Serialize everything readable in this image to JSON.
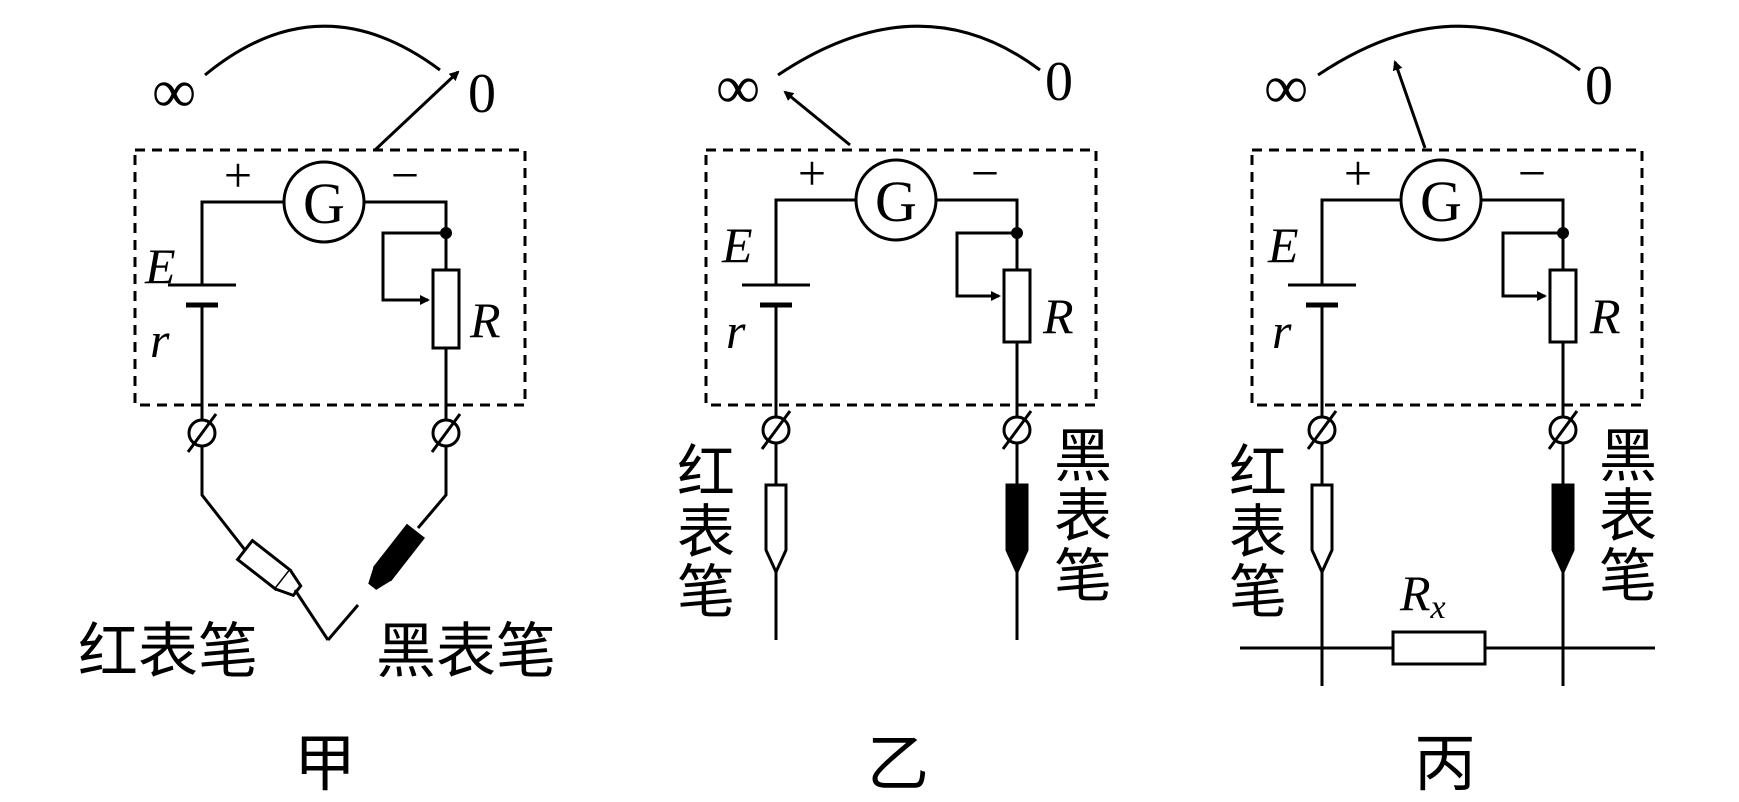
{
  "symbols": {
    "infinity": "∞",
    "zero": "0",
    "plus": "+",
    "minus": "−",
    "galvanometer": "G",
    "emf": "E",
    "internal_resistance": "r",
    "resistor": "R",
    "unknown_resistor_main": "R",
    "unknown_resistor_sub": "x"
  },
  "labels": {
    "red_probe": "红表笔",
    "black_probe": "黑表笔",
    "red_char_1": "红",
    "red_char_2": "表",
    "red_char_3": "笔",
    "black_char_1": "黑",
    "black_char_2": "表",
    "black_char_3": "笔"
  },
  "captions": {
    "a": "甲",
    "b": "乙",
    "c": "丙"
  },
  "colors": {
    "line": "#000000",
    "background": "#ffffff"
  }
}
